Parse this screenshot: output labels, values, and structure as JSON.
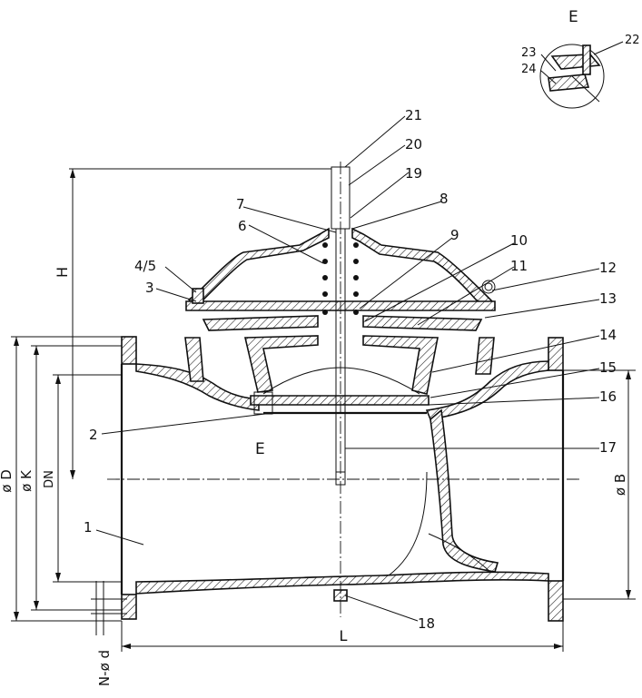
{
  "title": "",
  "detail": {
    "label": "E",
    "parts": [
      "22",
      "23",
      "24"
    ]
  },
  "callouts": [
    {
      "num": "1"
    },
    {
      "num": "2"
    },
    {
      "num": "3"
    },
    {
      "num": "4/5"
    },
    {
      "num": "6"
    },
    {
      "num": "7"
    },
    {
      "num": "8"
    },
    {
      "num": "9"
    },
    {
      "num": "10"
    },
    {
      "num": "11"
    },
    {
      "num": "12"
    },
    {
      "num": "13"
    },
    {
      "num": "14"
    },
    {
      "num": "15"
    },
    {
      "num": "16"
    },
    {
      "num": "17"
    },
    {
      "num": "18"
    },
    {
      "num": "19"
    },
    {
      "num": "20"
    },
    {
      "num": "21"
    }
  ],
  "section_marker": "E",
  "dimensions": {
    "height": "H",
    "length": "L",
    "flange_outer": "ø D",
    "bolt_circle": "ø K",
    "nominal": "DN",
    "bolt_holes": "N-ø d",
    "body_width": "ø B"
  },
  "colors": {
    "line": "#111111",
    "background": "#ffffff"
  }
}
